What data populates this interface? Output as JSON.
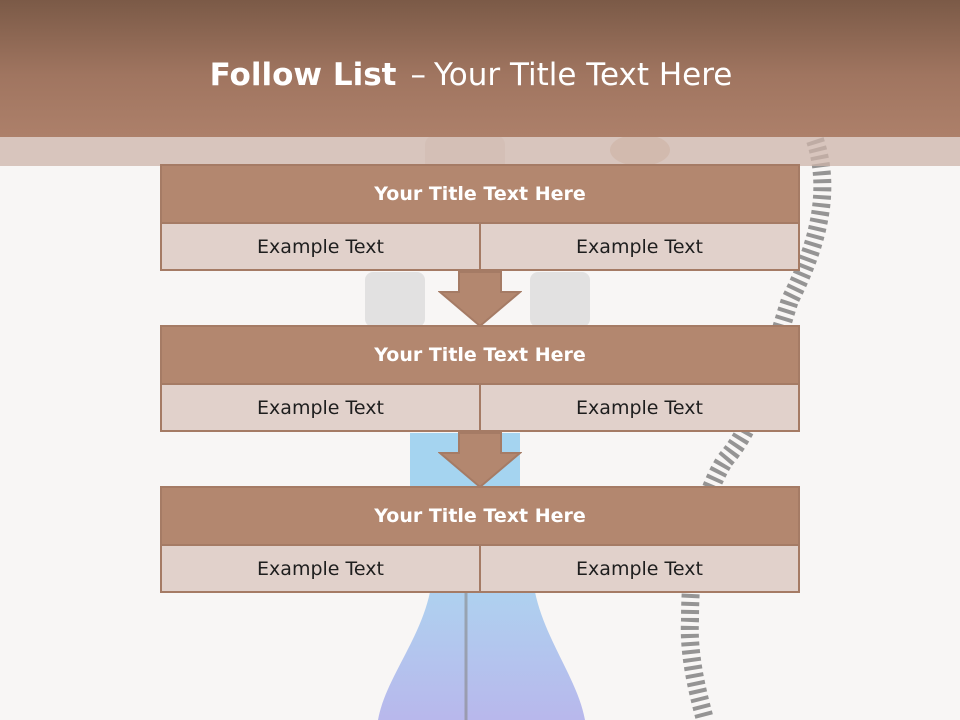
{
  "title": {
    "strong": "Follow List",
    "dash": "–",
    "rest": "Your Title Text Here"
  },
  "blocks": [
    {
      "heading": "Your Title Text Here",
      "cells": [
        "Example Text",
        "Example Text"
      ]
    },
    {
      "heading": "Your Title Text Here",
      "cells": [
        "Example Text",
        "Example Text"
      ]
    },
    {
      "heading": "Your Title Text Here",
      "cells": [
        "Example Text",
        "Example Text"
      ]
    }
  ],
  "colors": {
    "header": "#a07560",
    "block_heading": "#b3876f",
    "cell_fill": "#e1d1cb",
    "border": "#a57b65",
    "flask_liquid": "#6aa8d8"
  }
}
